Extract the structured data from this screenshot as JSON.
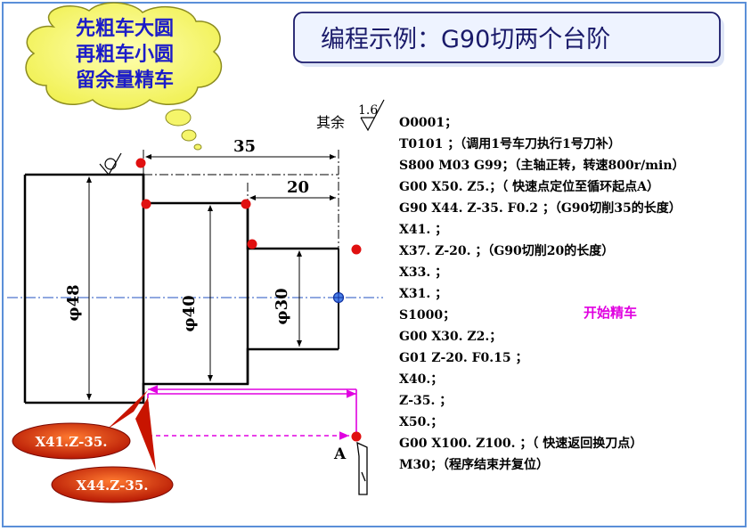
{
  "cloud": {
    "lines": [
      "先粗车大圆",
      "再粗车小圆",
      "留余量精车"
    ]
  },
  "title": "编程示例：G90切两个台阶",
  "roughness": {
    "prefix": "其余",
    "value": "1.6"
  },
  "dimensions": {
    "length_total": "35",
    "length_step": "20",
    "dia_large": "φ48",
    "dia_mid": "φ40",
    "dia_small": "φ30",
    "point_a": "A"
  },
  "callouts": [
    "X41.Z-35.",
    "X44.Z-35."
  ],
  "program": [
    "O0001；",
    "T0101 ；（调用1号车刀执行1号刀补）",
    "S800  M03 G99；（主轴正转，转速800r/min）",
    "G00  X50.  Z5.；（ 快速点定位至循环起点A）",
    "G90  X44.  Z-35.  F0.2 ；（G90切削35的长度）",
    "X41. ；",
    "X37.  Z-20. ；（G90切削20的长度）",
    "X33. ；",
    "X31. ；",
    "S1000；",
    "G00  X30.  Z2.；",
    "G01   Z-20.  F0.15 ；",
    "X40.；",
    "Z-35. ；",
    "X50.；",
    "G00  X100.  Z100. ；（ 快速返回换刀点）",
    "M30；（程序结束并复位）"
  ],
  "finish_note": "开始精车",
  "colors": {
    "cloud_fill": "#fafa78",
    "cloud_text": "#1c1cc8",
    "banner_fill": "#eef3ff",
    "banner_stroke": "#1a1a6a",
    "point_red": "#e01010",
    "path_magenta": "#e000e0",
    "callout_fill": "#c81400",
    "axis_blue": "#2050c0",
    "frame": "#5a8fd8"
  }
}
